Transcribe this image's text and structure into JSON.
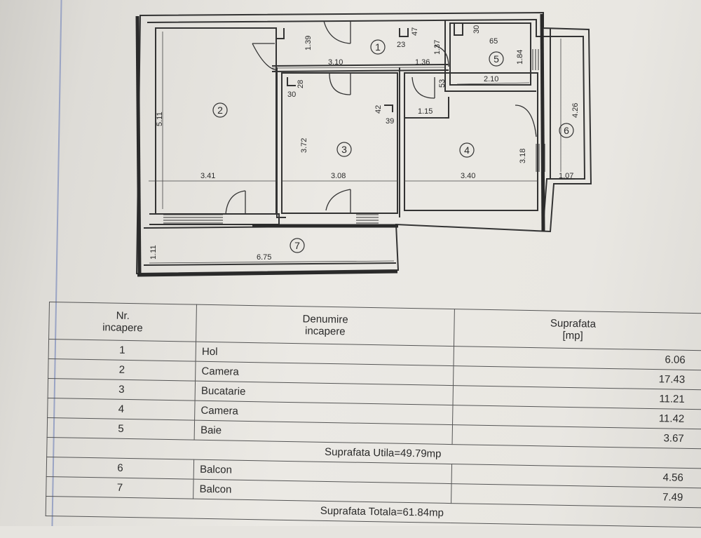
{
  "floor_plan": {
    "room_numbers": [
      "1",
      "2",
      "3",
      "4",
      "5",
      "6",
      "7"
    ],
    "dimensions": [
      "1.39",
      "3.10",
      "23",
      "47",
      "1.37",
      "1.36",
      "30",
      "65",
      "1.84",
      "2.10",
      "53",
      "5.11",
      "28",
      "30",
      "42",
      "39",
      "1.15",
      "4.26",
      "3.72",
      "3.08",
      "3.41",
      "3.40",
      "3.18",
      "1.07",
      "1.11",
      "6.75"
    ]
  },
  "table": {
    "header": {
      "nr_line1": "Nr.",
      "nr_line2": "incapere",
      "name_line1": "Denumire",
      "name_line2": "incapere",
      "area_line1": "Suprafata",
      "area_line2": "[mp]"
    },
    "rows_a": [
      {
        "nr": "1",
        "name": "Hol",
        "area": "6.06"
      },
      {
        "nr": "2",
        "name": "Camera",
        "area": "17.43"
      },
      {
        "nr": "3",
        "name": "Bucatarie",
        "area": "11.21"
      },
      {
        "nr": "4",
        "name": "Camera",
        "area": "11.42"
      },
      {
        "nr": "5",
        "name": "Baie",
        "area": "3.67"
      }
    ],
    "useful_area": "Suprafata Utila=49.79mp",
    "rows_b": [
      {
        "nr": "6",
        "name": "Balcon",
        "area": "4.56"
      },
      {
        "nr": "7",
        "name": "Balcon",
        "area": "7.49"
      }
    ],
    "total_area": "Suprafata Totala=61.84mp"
  }
}
